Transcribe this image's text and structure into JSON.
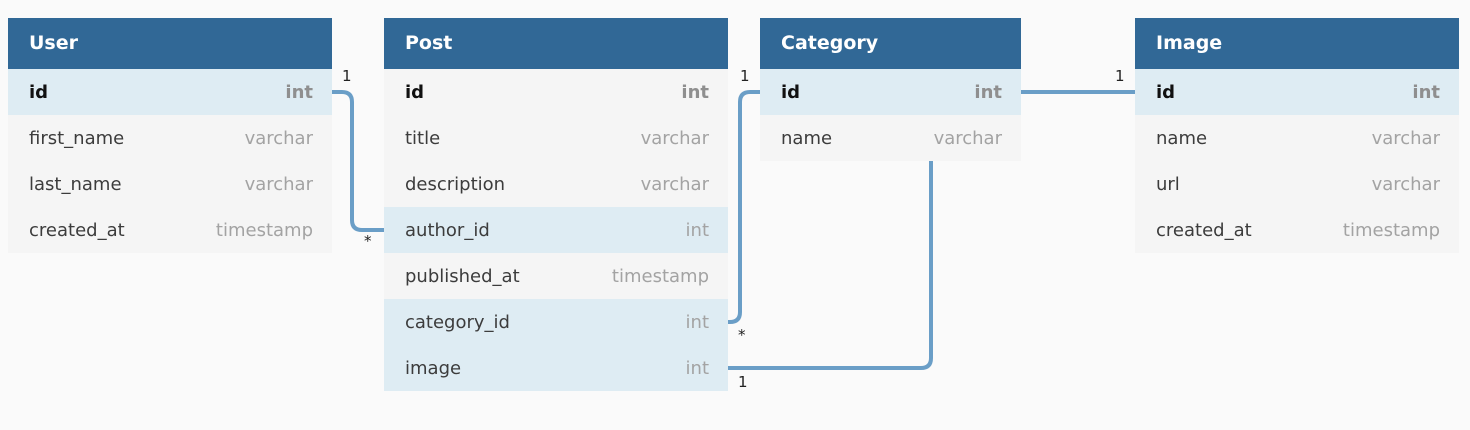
{
  "tables": {
    "user": {
      "title": "User",
      "rows": [
        {
          "name": "id",
          "type": "int"
        },
        {
          "name": "first_name",
          "type": "varchar"
        },
        {
          "name": "last_name",
          "type": "varchar"
        },
        {
          "name": "created_at",
          "type": "timestamp"
        }
      ]
    },
    "post": {
      "title": "Post",
      "rows": [
        {
          "name": "id",
          "type": "int"
        },
        {
          "name": "title",
          "type": "varchar"
        },
        {
          "name": "description",
          "type": "varchar"
        },
        {
          "name": "author_id",
          "type": "int"
        },
        {
          "name": "published_at",
          "type": "timestamp"
        },
        {
          "name": "category_id",
          "type": "int"
        },
        {
          "name": "image",
          "type": "int"
        }
      ]
    },
    "category": {
      "title": "Category",
      "rows": [
        {
          "name": "id",
          "type": "int"
        },
        {
          "name": "name",
          "type": "varchar"
        }
      ]
    },
    "image": {
      "title": "Image",
      "rows": [
        {
          "name": "id",
          "type": "int"
        },
        {
          "name": "name",
          "type": "varchar"
        },
        {
          "name": "url",
          "type": "varchar"
        },
        {
          "name": "created_at",
          "type": "timestamp"
        }
      ]
    }
  },
  "relationships": [
    {
      "from": "user.id",
      "to": "post.author_id",
      "from_card": "1",
      "to_card": "*"
    },
    {
      "from": "category.id",
      "to": "post.category_id",
      "from_card": "1",
      "to_card": "*"
    },
    {
      "from": "category.id",
      "to": "image.id",
      "from_card": "",
      "to_card": "1"
    },
    {
      "from": "category.name",
      "to": "post.image",
      "from_card": "",
      "to_card": "1"
    }
  ],
  "colors": {
    "header_bg": "#316896",
    "header_text": "#ffffff",
    "row_bg": "#f5f5f5",
    "row_highlight": "#deecf3",
    "connector": "#6a9ec7",
    "canvas": "#fafafa"
  }
}
